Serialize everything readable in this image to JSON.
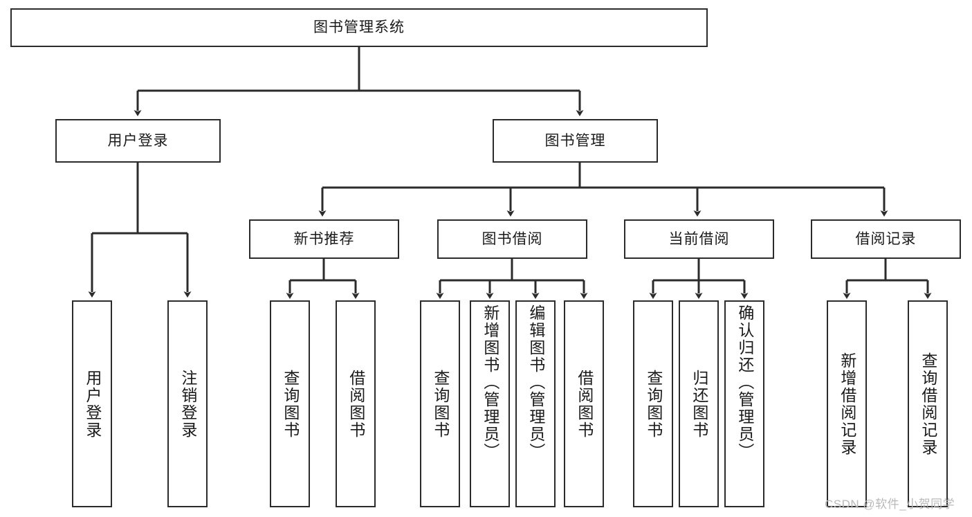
{
  "diagram": {
    "title": "图书管理系统",
    "type": "tree",
    "watermark": "CSDN @软件_小贺同学",
    "colors": {
      "background": "#ffffff",
      "node_border": "#2b2b2b",
      "node_fill": "#ffffff",
      "edge": "#2b2b2b",
      "text": "#1a1a1a",
      "watermark": "#b9b9b9"
    },
    "nodes": {
      "root": {
        "label": "图书管理系统"
      },
      "level1": [
        {
          "id": "user-login",
          "label": "用户登录"
        },
        {
          "id": "book-manage",
          "label": "图书管理"
        }
      ],
      "level2": [
        {
          "id": "new-book-recommend",
          "label": "新书推荐"
        },
        {
          "id": "book-borrow",
          "label": "图书借阅"
        },
        {
          "id": "current-borrow",
          "label": "当前借阅"
        },
        {
          "id": "borrow-record",
          "label": "借阅记录"
        }
      ],
      "leaves": {
        "user_login": [
          {
            "id": "leaf-user-login",
            "label": "用户登录"
          },
          {
            "id": "leaf-logout",
            "label": "注销登录"
          }
        ],
        "new_book_recommend": [
          {
            "id": "leaf-query-book-1",
            "label": "查询图书"
          },
          {
            "id": "leaf-borrow-book-1",
            "label": "借阅图书"
          }
        ],
        "book_borrow": [
          {
            "id": "leaf-query-book-2",
            "label": "查询图书"
          },
          {
            "id": "leaf-add-book",
            "label": "新增图书（管理员）"
          },
          {
            "id": "leaf-edit-book",
            "label": "编辑图书（管理员）"
          },
          {
            "id": "leaf-borrow-book-2",
            "label": "借阅图书"
          }
        ],
        "current_borrow": [
          {
            "id": "leaf-query-book-3",
            "label": "查询图书"
          },
          {
            "id": "leaf-return-book",
            "label": "归还图书"
          },
          {
            "id": "leaf-confirm-return",
            "label": "确认归还（管理员）"
          }
        ],
        "borrow_record": [
          {
            "id": "leaf-add-record",
            "label": "新增借阅记录"
          },
          {
            "id": "leaf-query-record",
            "label": "查询借阅记录"
          }
        ]
      }
    }
  }
}
